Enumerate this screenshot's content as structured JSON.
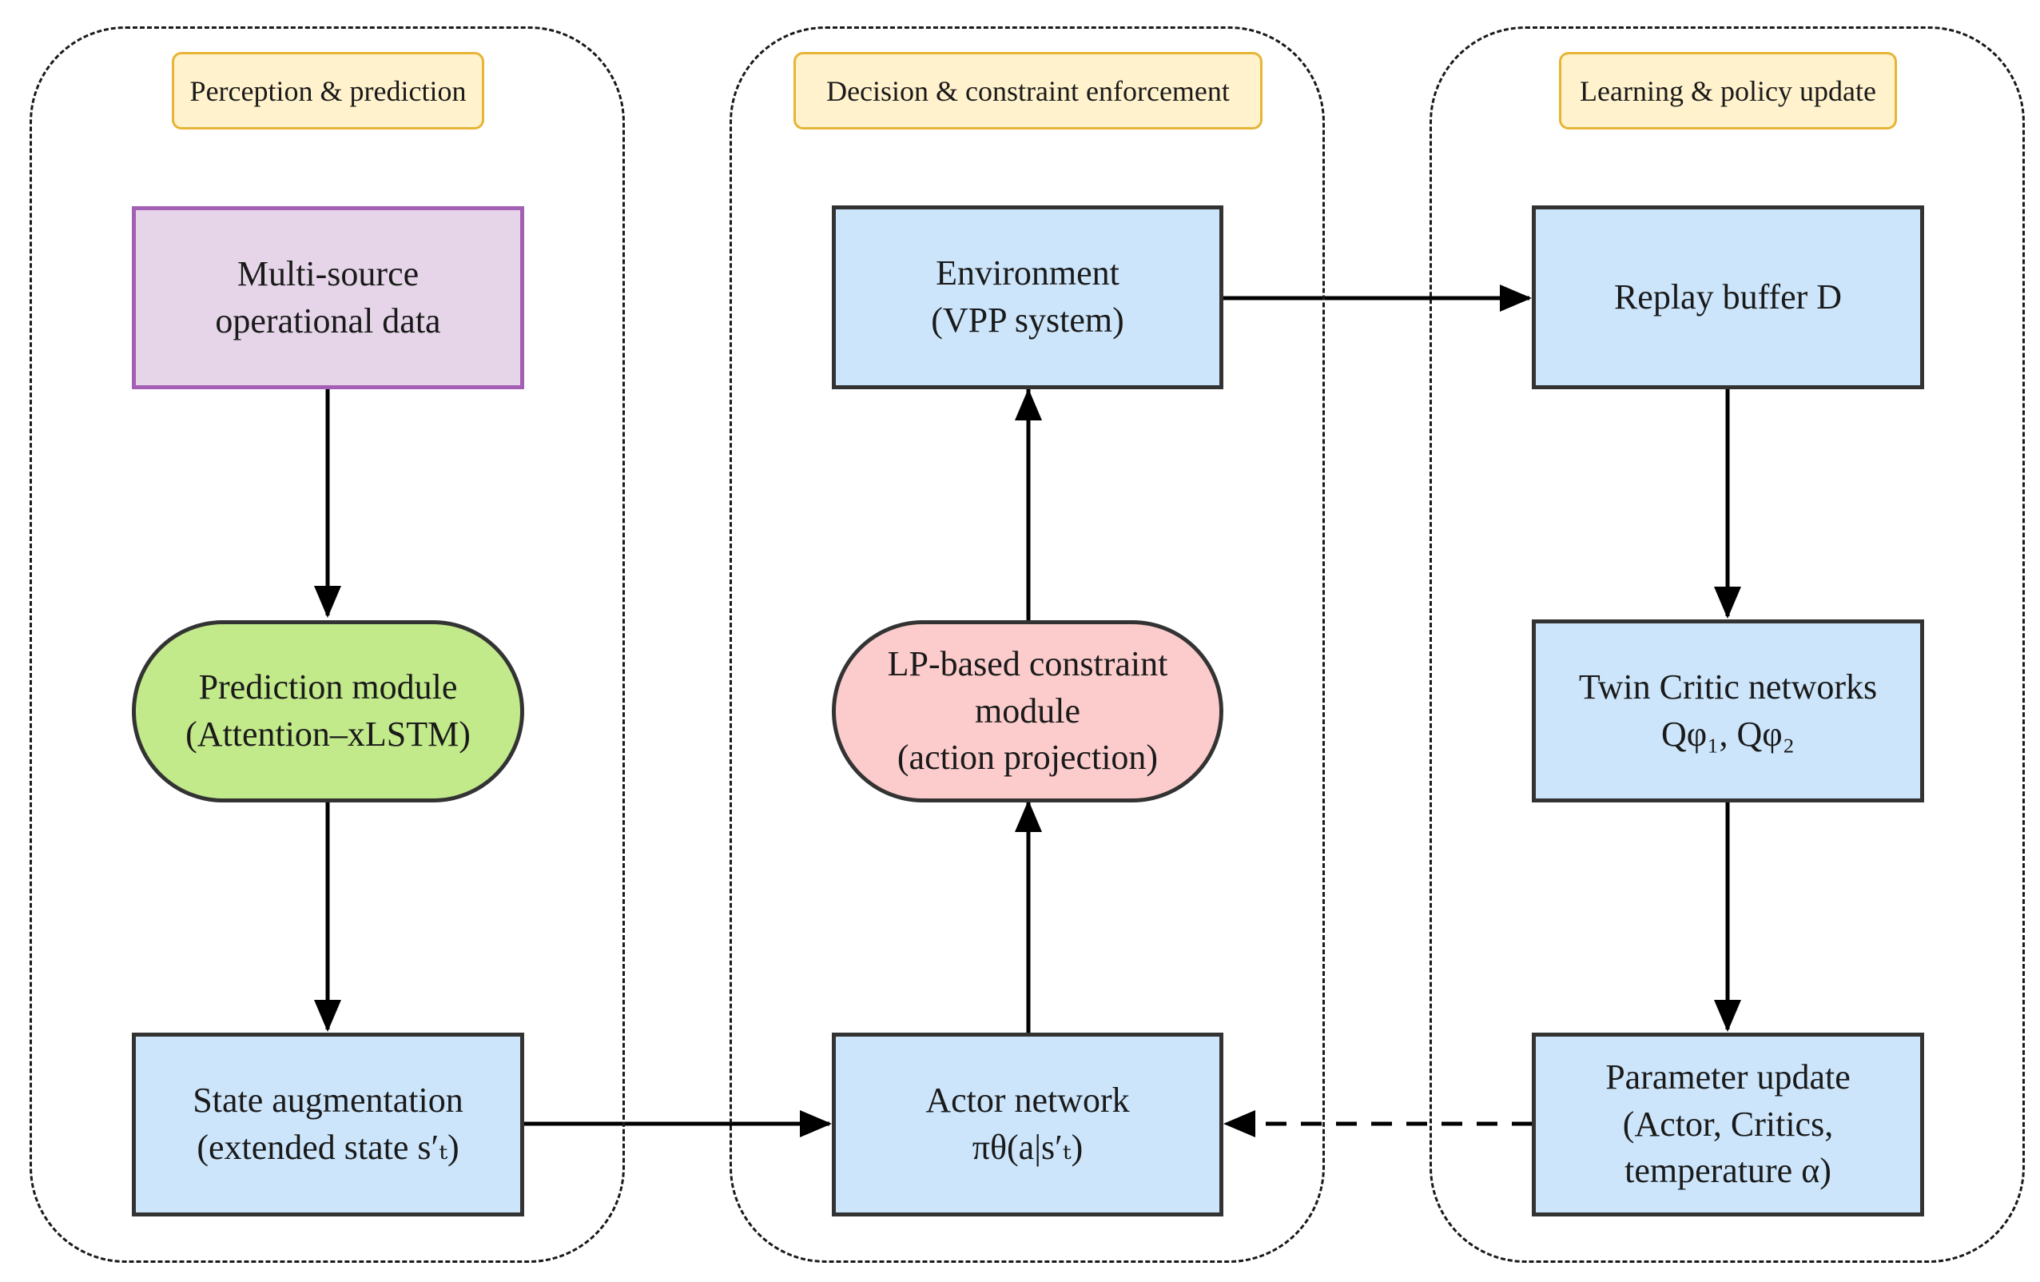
{
  "panels": {
    "perception": {
      "label": "Perception & prediction"
    },
    "decision": {
      "label": "Decision & constraint enforcement"
    },
    "learning": {
      "label": "Learning & policy update"
    }
  },
  "nodes": {
    "multi_source": {
      "line1": "Multi-source",
      "line2": "operational data"
    },
    "prediction": {
      "line1": "Prediction module",
      "line2": "(Attention–xLSTM)"
    },
    "state_aug": {
      "line1": "State augmentation",
      "line2": "(extended state s′ₜ)"
    },
    "environment": {
      "line1": "Environment",
      "line2": "(VPP system)"
    },
    "lp_module": {
      "line1": "LP-based constraint",
      "line2": "module",
      "line3": "(action projection)"
    },
    "actor": {
      "line1": "Actor network",
      "line2": "πθ(a|s′ₜ)"
    },
    "replay": {
      "line1": "Replay buffer D"
    },
    "twin_critic": {
      "line1": "Twin Critic networks",
      "line2": "Qφ₁, Qφ₂"
    },
    "param_update": {
      "line1": "Parameter update",
      "line2": "(Actor, Critics,",
      "line3": "temperature α)"
    }
  },
  "colors": {
    "process_fill": "#cce5fb",
    "data_fill": "#e6d5e9",
    "data_border": "#a25fb3",
    "prediction_fill": "#c2e98a",
    "constraint_fill": "#fccccc",
    "label_fill": "#fff2cc",
    "label_border": "#e6b535",
    "edge": "#000000"
  },
  "edges": [
    {
      "from": "multi_source",
      "to": "prediction",
      "style": "solid"
    },
    {
      "from": "prediction",
      "to": "state_aug",
      "style": "solid"
    },
    {
      "from": "state_aug",
      "to": "actor",
      "style": "solid"
    },
    {
      "from": "actor",
      "to": "lp_module",
      "style": "solid"
    },
    {
      "from": "lp_module",
      "to": "environment",
      "style": "solid"
    },
    {
      "from": "environment",
      "to": "replay",
      "style": "solid"
    },
    {
      "from": "replay",
      "to": "twin_critic",
      "style": "solid"
    },
    {
      "from": "twin_critic",
      "to": "param_update",
      "style": "solid"
    },
    {
      "from": "param_update",
      "to": "actor",
      "style": "dashed"
    }
  ]
}
